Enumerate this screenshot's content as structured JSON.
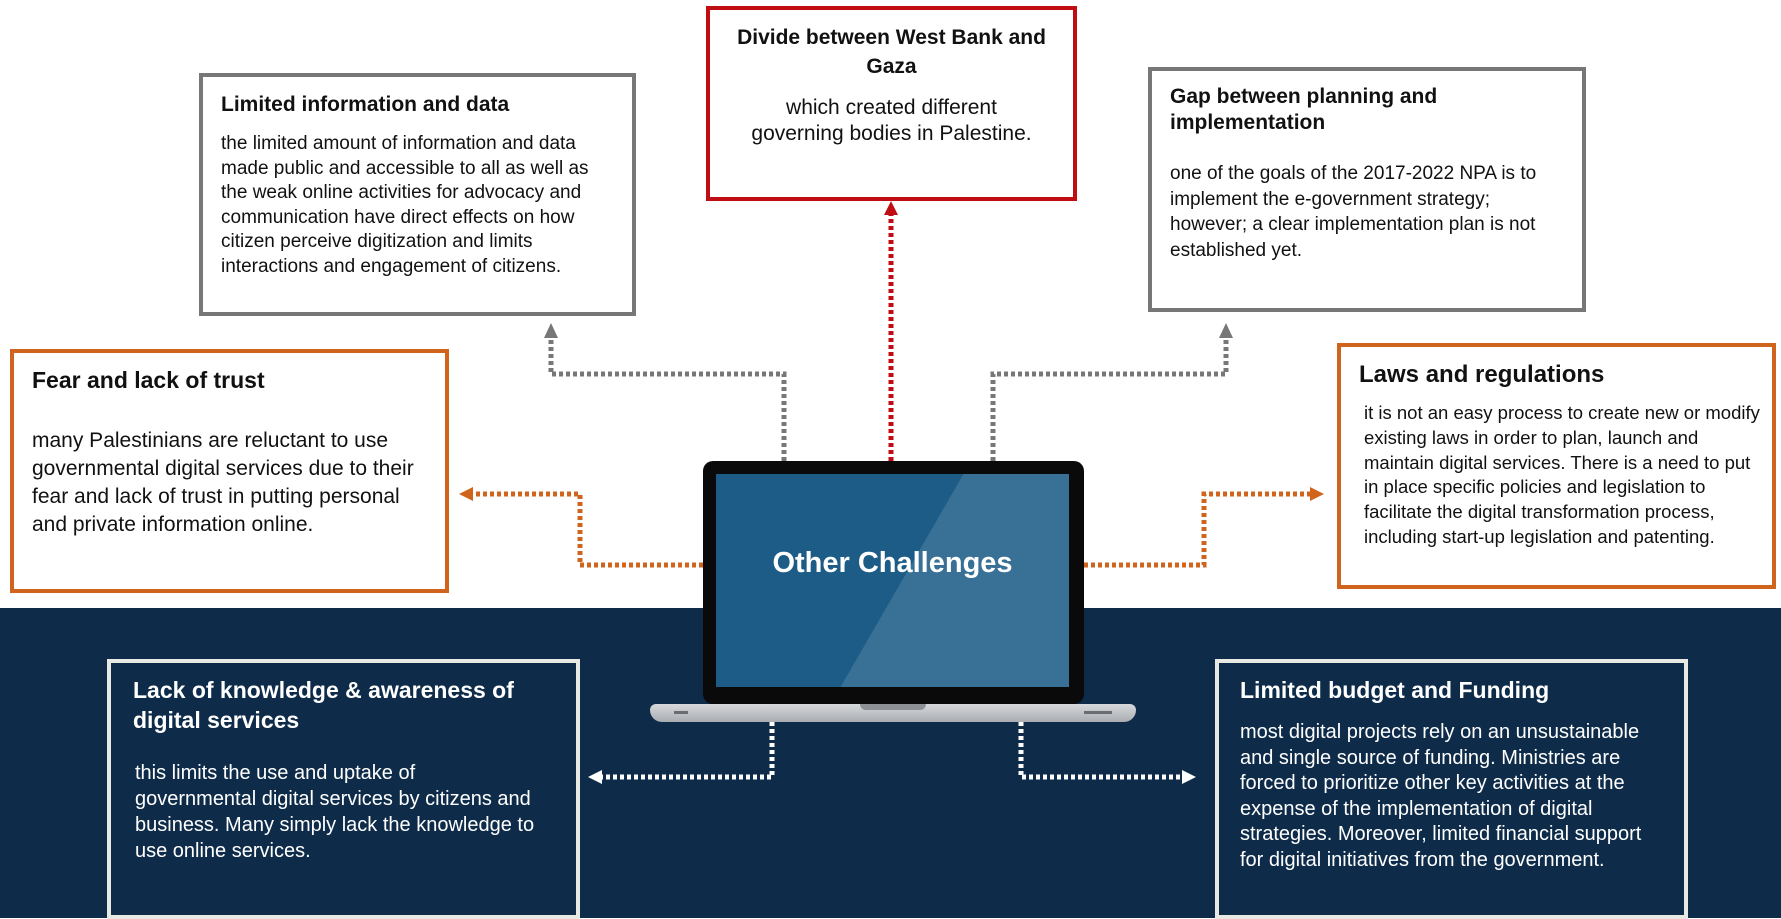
{
  "center": {
    "label": "Other Challenges"
  },
  "boxes": {
    "divide": {
      "title": "Divide between West Bank and Gaza",
      "body": "which created different governing bodies in Palestine."
    },
    "info": {
      "title": "Limited information and data",
      "body": "the limited amount of information and data made public and accessible to all as well as the weak online activities for advocacy and communication have direct effects on how citizen perceive digitization and limits interactions and engagement of citizens."
    },
    "gap": {
      "title": "Gap between planning and implementation",
      "body": "one of the goals of the 2017-2022 NPA is to implement the e-government strategy; however; a clear implementation plan is not established yet."
    },
    "fear": {
      "title": "Fear and lack of trust",
      "body": "many Palestinians are reluctant to use governmental digital services due to their fear and lack of trust in putting personal and private information online."
    },
    "laws": {
      "title": "Laws and regulations",
      "body": "it is not an easy process to create new or modify existing laws in order to plan, launch and maintain digital services. There is a need to put in place specific policies and legislation to facilitate the digital transformation process, including start-up legislation and patenting."
    },
    "knowledge": {
      "title": "Lack of knowledge & awareness of digital services",
      "body": "this limits the use and uptake of governmental digital services by citizens and business. Many simply lack the knowledge to use online services."
    },
    "budget": {
      "title": "Limited budget and Funding",
      "body": "most digital projects rely on an unsustainable and single source of funding. Ministries are forced to prioritize other key activities at the expense of the implementation of digital strategies. Moreover, limited financial support for digital initiatives from the government."
    }
  },
  "colors": {
    "red": "#c00d14",
    "orange": "#d0641c",
    "gray": "#777777",
    "navy": "#0e2c49",
    "screen": "#1c5c87"
  }
}
